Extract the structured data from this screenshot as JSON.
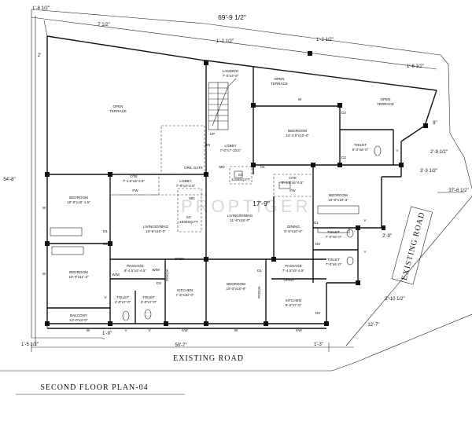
{
  "plan_title": "SECOND FLOOR PLAN-04",
  "watermark": "PROPTIGER",
  "roads": {
    "bottom": "EXISTING ROAD",
    "right": "EXISTING ROAD"
  },
  "dimensions": {
    "top_left": "1'-8 1/2\"",
    "top_width": "69'-9 1/2\"",
    "top_offset": "7 1/2\"",
    "top_mid": "1'-2 1/2\"",
    "top_right": "1'-2 1/2\"",
    "top_far_right": "1'-6 1/2\"",
    "left_small": "2'",
    "left_height": "54'-8\"",
    "right_8": "8\"",
    "right_2_9": "2'-9 1/2\"",
    "right_3_3": "3'-3 1/2\"",
    "right_37": "37'-6 1/2\"",
    "right_2_9b": "2'-9\"",
    "right_2_10": "2'-10 1/2\"",
    "right_12_7": "12'-7\"",
    "bottom_left": "1'-5 1/2\"",
    "bottom_left2": "1'-9\"",
    "bottom_width": "50'-7\"",
    "bottom_right": "1'-3\"",
    "center_17_9": "17'-9\""
  },
  "rooms": {
    "open_terrace_left": [
      "OPEN",
      "TERRACE"
    ],
    "open_terrace_mid": [
      "OPEN",
      "TERRACE"
    ],
    "open_terrace_right": [
      "OPEN",
      "TERRACE"
    ],
    "landing": [
      "LANDING",
      "7'-0\"x3'-6\""
    ],
    "lobby_top": [
      "LOBBY",
      "7'-0\"x7'-10.5\""
    ],
    "bedroom_top_right": [
      "BEDROOM",
      "14'-4.5\"x10'-0\""
    ],
    "toilet_top_right": [
      "TOILET",
      "8'-0\"x6'-0\""
    ],
    "sc": [
      "SC",
      "1150SQ.FT"
    ],
    "gril_gate": "GRIL GATE",
    "ots_left": [
      "OTS",
      "7'-1.5\"x3'-4.5\""
    ],
    "lobby_left": [
      "LOBBY",
      "7'-0\"x3'-4.5\""
    ],
    "ots_right": [
      "OTS",
      "5'-1.5\"x5'-4.5\""
    ],
    "bedroom_left_top": [
      "BEDROOM",
      "10'-0\"x10'-1.5\""
    ],
    "living_left": [
      "LIVING/DINING",
      "15'-6\"x10'-0\""
    ],
    "sc_left": [
      "SC",
      "1830SQ.FT"
    ],
    "living_right": [
      "LIVING/DINING",
      "11'-6\"x15'-0\""
    ],
    "dining": [
      "DINING",
      "6'-6\"x10'-0\""
    ],
    "bedroom_right": [
      "BEDROOM",
      "10'-0\"x10'-3\""
    ],
    "toilet_r1": [
      "TOILET",
      "7'-0\"x5'-0\""
    ],
    "toilet_r2": [
      "TOILET",
      "7'-0\"x5'-0\""
    ],
    "bedroom_left_bottom": [
      "BEDROOM",
      "10'-0\"x11'-3\""
    ],
    "passage_left": [
      "PASSAGE",
      "8'-4.5\"x3'-4.5\""
    ],
    "kitchen_left": [
      "KITCHEN",
      "7'-6\"x10'-0\""
    ],
    "bedroom_center": [
      "BEDROOM",
      "10'-0\"x10'-9\""
    ],
    "passage_right": [
      "PASSAGE",
      "7'-4.5\"x3'-4.5\""
    ],
    "kitchen_right": [
      "KITCHEN",
      "9'-0\"x7'-0\""
    ],
    "toilet_l1": [
      "TOILET",
      "4'-0\"x7'-0\""
    ],
    "toilet_l2": [
      "TOILET",
      "4'-0\"x7'-0\""
    ],
    "balcony": [
      "BALCONY",
      "10'-0\"x3'-0\""
    ]
  },
  "marks": {
    "up": "UP",
    "dn": "DN",
    "md": "MD",
    "d1": "D1",
    "d2": "D2",
    "fw": "FW",
    "kw": "KW",
    "w": "W",
    "v": "V",
    "open": "OPEN",
    "wm": "W/M",
    "pooja": "POOJA"
  }
}
